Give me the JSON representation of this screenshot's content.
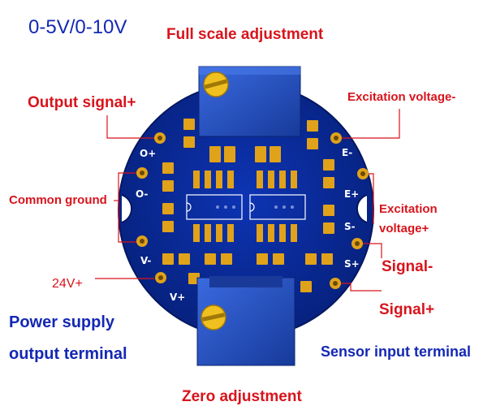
{
  "range_label": "0-5V/0-10V",
  "full_scale_adjustment": "Full scale adjustment",
  "zero_adjustment": "Zero adjustment",
  "output_signal_plus": "Output signal+",
  "common_ground": "Common ground",
  "supply_24v": "24V+",
  "power_supply_line1": "Power supply",
  "power_supply_line2": "output terminal",
  "excitation_minus": "Excitation voltage-",
  "excitation_plus_line1": "Excitation",
  "excitation_plus_line2": "voltage+",
  "signal_minus": "Signal-",
  "signal_plus": "Signal+",
  "sensor_input_terminal": "Sensor input terminal",
  "pads": {
    "o_plus": "O+",
    "o_minus": "O-",
    "v_minus": "V-",
    "v_plus": "V+",
    "e_minus": "E-",
    "e_plus": "E+",
    "s_minus": "S-",
    "s_plus": "S+"
  },
  "colors": {
    "board": "#0a2a9a",
    "copper": "#e0a21a",
    "pot_body": "#2650c0",
    "leader_red": "#d8141c",
    "text_blue": "#1428b4"
  }
}
